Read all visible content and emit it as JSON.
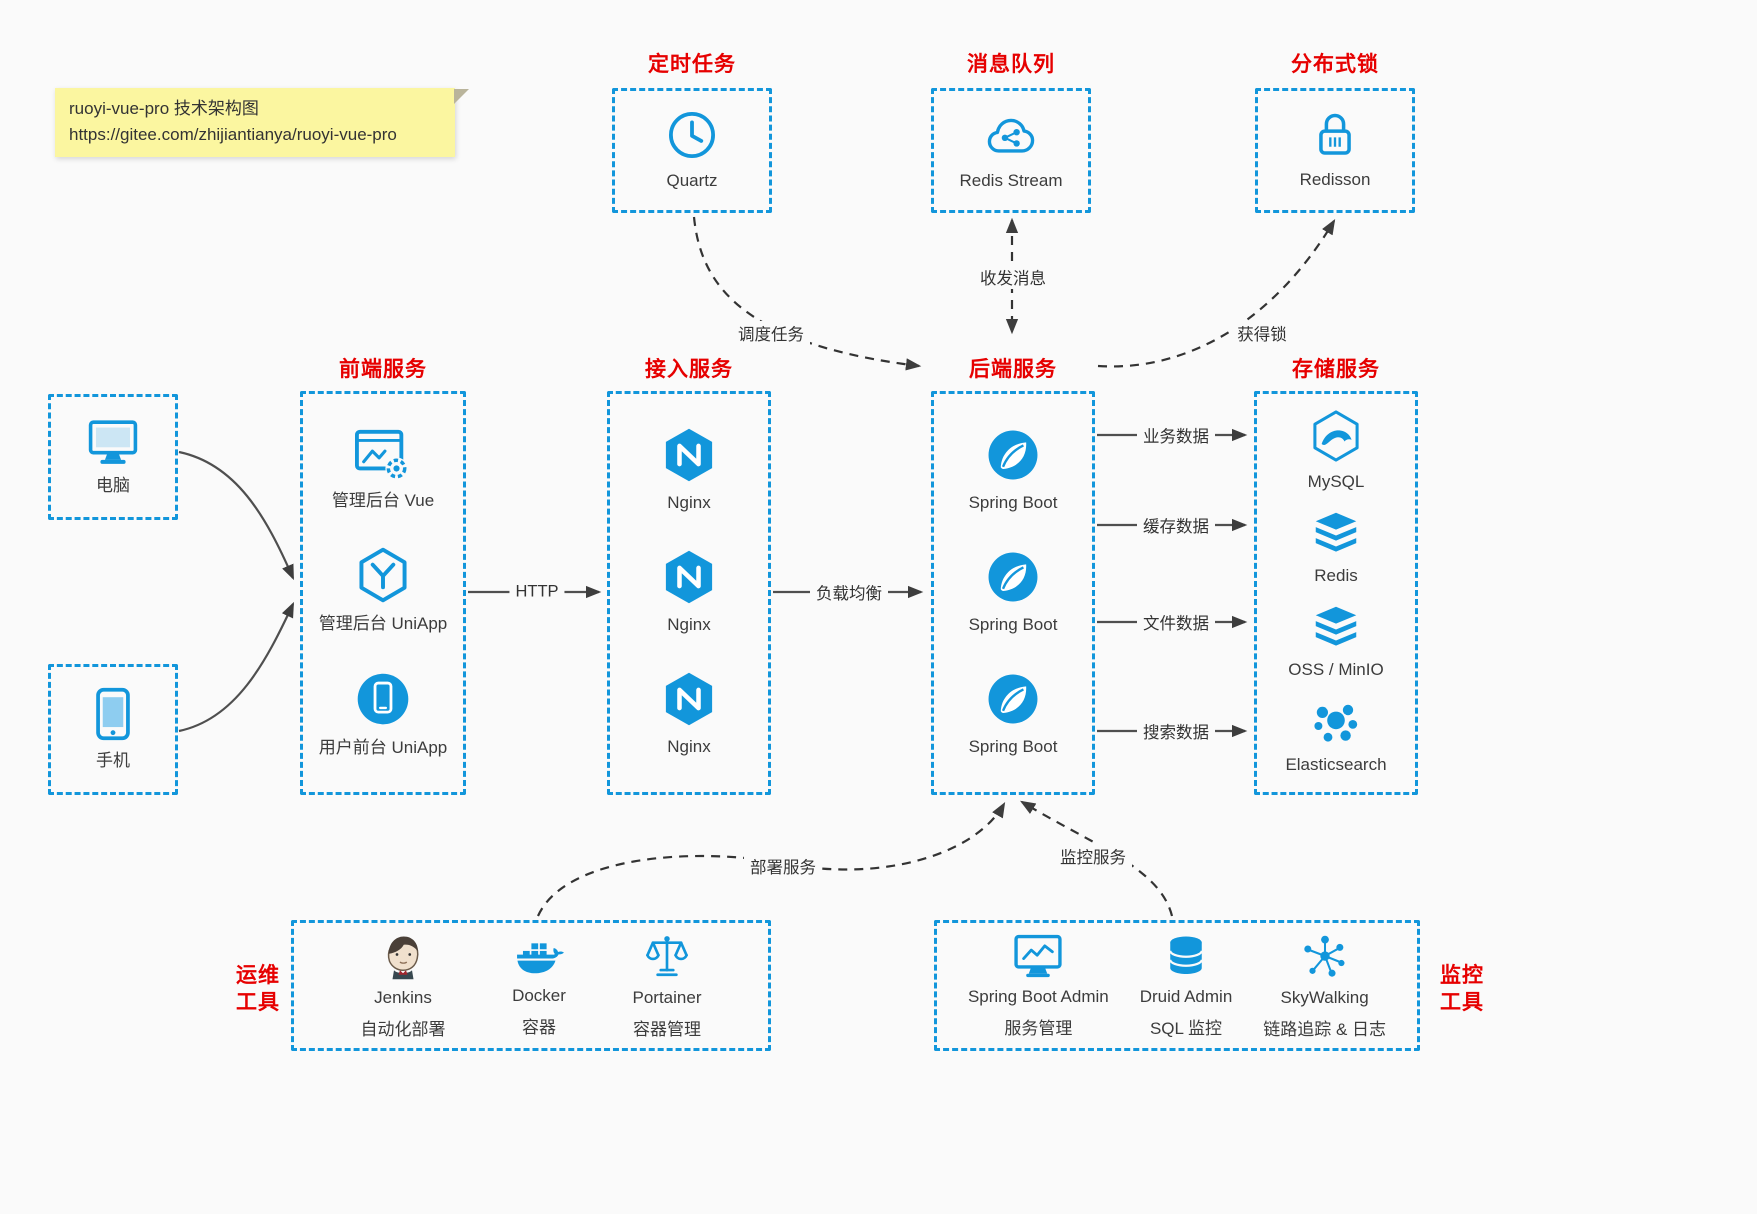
{
  "note": {
    "title": "ruoyi-vue-pro 技术架构图",
    "url": "https://gitee.com/zhijiantianya/ruoyi-vue-pro"
  },
  "top_groups": [
    {
      "title": "定时任务",
      "label": "Quartz",
      "icon": "clock-icon"
    },
    {
      "title": "消息队列",
      "label": "Redis Stream",
      "icon": "cloud-share-icon"
    },
    {
      "title": "分布式锁",
      "label": "Redisson",
      "icon": "lock-icon"
    }
  ],
  "clients": [
    {
      "label": "电脑",
      "icon": "monitor-icon"
    },
    {
      "label": "手机",
      "icon": "phone-icon"
    }
  ],
  "columns": [
    {
      "title": "前端服务",
      "items": [
        {
          "label": "管理后台 Vue",
          "icon": "admin-vue-icon"
        },
        {
          "label": "管理后台 UniApp",
          "icon": "uniapp-icon"
        },
        {
          "label": "用户前台 UniApp",
          "icon": "user-app-icon"
        }
      ]
    },
    {
      "title": "接入服务",
      "items": [
        {
          "label": "Nginx",
          "icon": "nginx-icon"
        },
        {
          "label": "Nginx",
          "icon": "nginx-icon"
        },
        {
          "label": "Nginx",
          "icon": "nginx-icon"
        }
      ]
    },
    {
      "title": "后端服务",
      "items": [
        {
          "label": "Spring Boot",
          "icon": "spring-icon"
        },
        {
          "label": "Spring Boot",
          "icon": "spring-icon"
        },
        {
          "label": "Spring Boot",
          "icon": "spring-icon"
        }
      ]
    },
    {
      "title": "存储服务",
      "items": [
        {
          "label": "MySQL",
          "icon": "mysql-icon"
        },
        {
          "label": "Redis",
          "icon": "redis-icon"
        },
        {
          "label": "OSS / MinIO",
          "icon": "oss-icon"
        },
        {
          "label": "Elasticsearch",
          "icon": "elasticsearch-icon"
        }
      ]
    }
  ],
  "ops_group": {
    "side_title_line1": "运维",
    "side_title_line2": "工具",
    "items": [
      {
        "label": "Jenkins",
        "sub": "自动化部署",
        "icon": "jenkins-icon"
      },
      {
        "label": "Docker",
        "sub": "容器",
        "icon": "docker-icon"
      },
      {
        "label": "Portainer",
        "sub": "容器管理",
        "icon": "portainer-icon"
      }
    ]
  },
  "monitor_group": {
    "side_title_line1": "监控",
    "side_title_line2": "工具",
    "items": [
      {
        "label": "Spring Boot Admin",
        "sub": "服务管理",
        "icon": "spring-boot-admin-icon"
      },
      {
        "label": "Druid Admin",
        "sub": "SQL 监控",
        "icon": "druid-icon"
      },
      {
        "label": "SkyWalking",
        "sub": "链路追踪 & 日志",
        "icon": "skywalking-icon"
      }
    ]
  },
  "edges": {
    "http": "HTTP",
    "load_balance": "负载均衡",
    "business_data": "业务数据",
    "cache_data": "缓存数据",
    "file_data": "文件数据",
    "search_data": "搜索数据",
    "schedule": "调度任务",
    "messages": "收发消息",
    "lock": "获得锁",
    "deploy": "部署服务",
    "monitor": "监控服务"
  },
  "colors": {
    "accent": "#1296db",
    "title_red": "#e60000",
    "arrow": "#4a4a4a",
    "background": "#fafafa",
    "note_bg": "#fbf6a0"
  }
}
